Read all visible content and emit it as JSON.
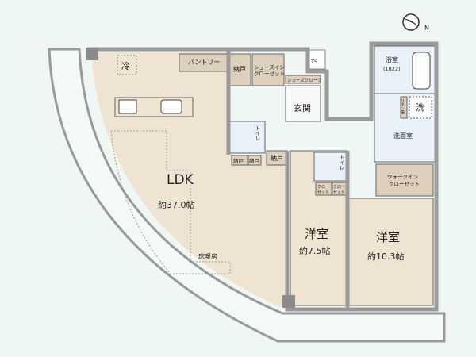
{
  "plan": {
    "compass": {
      "label": "N"
    },
    "rooms": {
      "ldk": {
        "name": "LDK",
        "size": "約37.0帖",
        "floor_heating": "床暖房"
      },
      "fridge": "冷",
      "pantry": "パントリー",
      "storage_top": "納戸",
      "shoes_in_closet": {
        "line1": "シューズイン",
        "line2": "クローゼット"
      },
      "ts": "TS",
      "shoes_cloak": "シューズクローク",
      "entrance": "玄関",
      "toilet1": "トイレ",
      "storage_a": "納戸",
      "storage_b": "納戸",
      "storage_c": "納戸",
      "toilet2": "トイレ",
      "closet_a": {
        "line1": "クロー",
        "line2": "ゼット"
      },
      "closet_b": {
        "line1": "クロー",
        "line2": "ゼット"
      },
      "bathroom": {
        "name": "浴室",
        "size": "(1822)"
      },
      "linen": "リネン庫",
      "washer": "洗",
      "washroom": "洗面室",
      "walk_in_closet": {
        "line1": "ウォークイン",
        "line2": "クローゼット"
      },
      "western_room_1": {
        "name": "洋室",
        "size": "約7.5帖"
      },
      "western_room_2": {
        "name": "洋室",
        "size": "約10.3帖"
      }
    },
    "colors": {
      "floor_wood": "#efe4d2",
      "floor_tile": "#e8f2f8",
      "storage": "#ddd0bc",
      "wall": "#9a9a9a",
      "background": "#eef7f3"
    }
  }
}
